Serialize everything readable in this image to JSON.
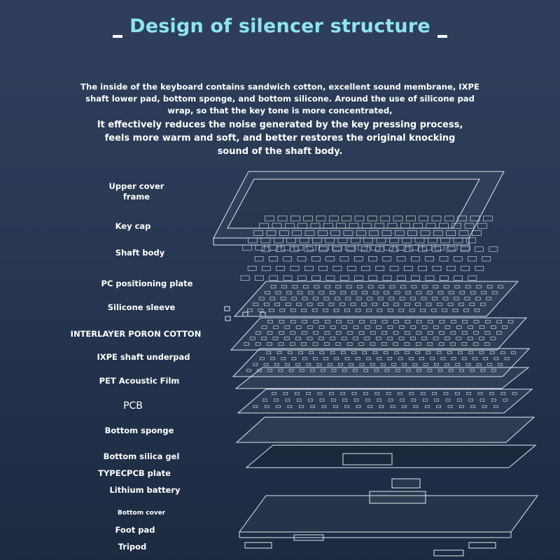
{
  "header": {
    "title": "Design of silencer structure"
  },
  "intro": {
    "paragraph1": "The inside of the keyboard contains sandwich cotton, excellent sound membrane, IXPE shaft lower pad, bottom sponge, and bottom silicone. Around the use of silicone pad wrap, so that the key tone is more concentrated,",
    "paragraph2": "It effectively reduces the noise generated by the key pressing process, feels more warm and soft, and better restores the original knocking sound of the shaft body."
  },
  "layers": [
    {
      "label": "Upper cover\nframe"
    },
    {
      "label": "Key cap"
    },
    {
      "label": "Shaft body"
    },
    {
      "label": "PC positioning plate"
    },
    {
      "label": "Silicone sleeve"
    },
    {
      "label": "INTERLAYER PORON COTTON"
    },
    {
      "label": "IXPE shaft underpad"
    },
    {
      "label": "PET Acoustic Film"
    },
    {
      "label": "PCB"
    },
    {
      "label": "Bottom sponge"
    },
    {
      "label": "Bottom silica gel"
    },
    {
      "label": "TYPECPCB plate"
    },
    {
      "label": "Lithium battery"
    },
    {
      "label": "Bottom cover"
    },
    {
      "label": "Foot pad"
    },
    {
      "label": "Tripod"
    }
  ],
  "colors": {
    "title": "#8fe3f2",
    "background": "#2a3a55",
    "line": "#dfe6f0"
  }
}
